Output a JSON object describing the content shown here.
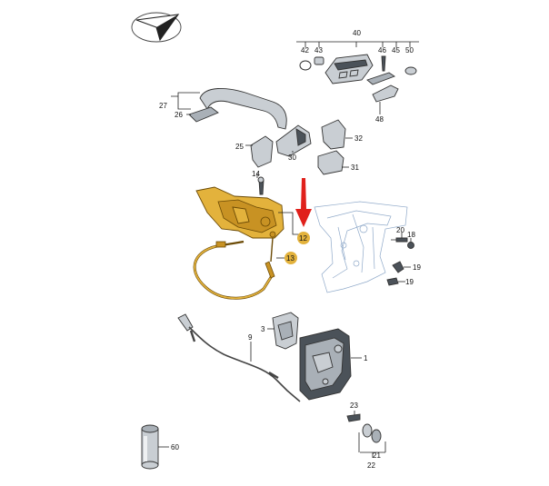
{
  "colors": {
    "highlight": "#e3b23c",
    "arrow": "#e0201b",
    "part": "#c9ced3",
    "outline": "#333333"
  },
  "icons": [
    "compass-logo-icon",
    "red-arrow-icon"
  ],
  "highlighted_parts": [
    "12",
    "13"
  ],
  "callouts": {
    "c40": "40",
    "c42": "42",
    "c43": "43",
    "c46": "46",
    "c45": "45",
    "c50": "50",
    "c48": "48",
    "c27": "27",
    "c26": "26",
    "c25": "25",
    "c30": "30",
    "c32": "32",
    "c31": "31",
    "c14": "14",
    "c12": "12",
    "c13": "13",
    "c20": "20",
    "c18": "18",
    "c19a": "19",
    "c19b": "19",
    "c3": "3",
    "c9": "9",
    "c1": "1",
    "c23": "23",
    "c21": "21",
    "c22": "22",
    "c60": "60"
  }
}
